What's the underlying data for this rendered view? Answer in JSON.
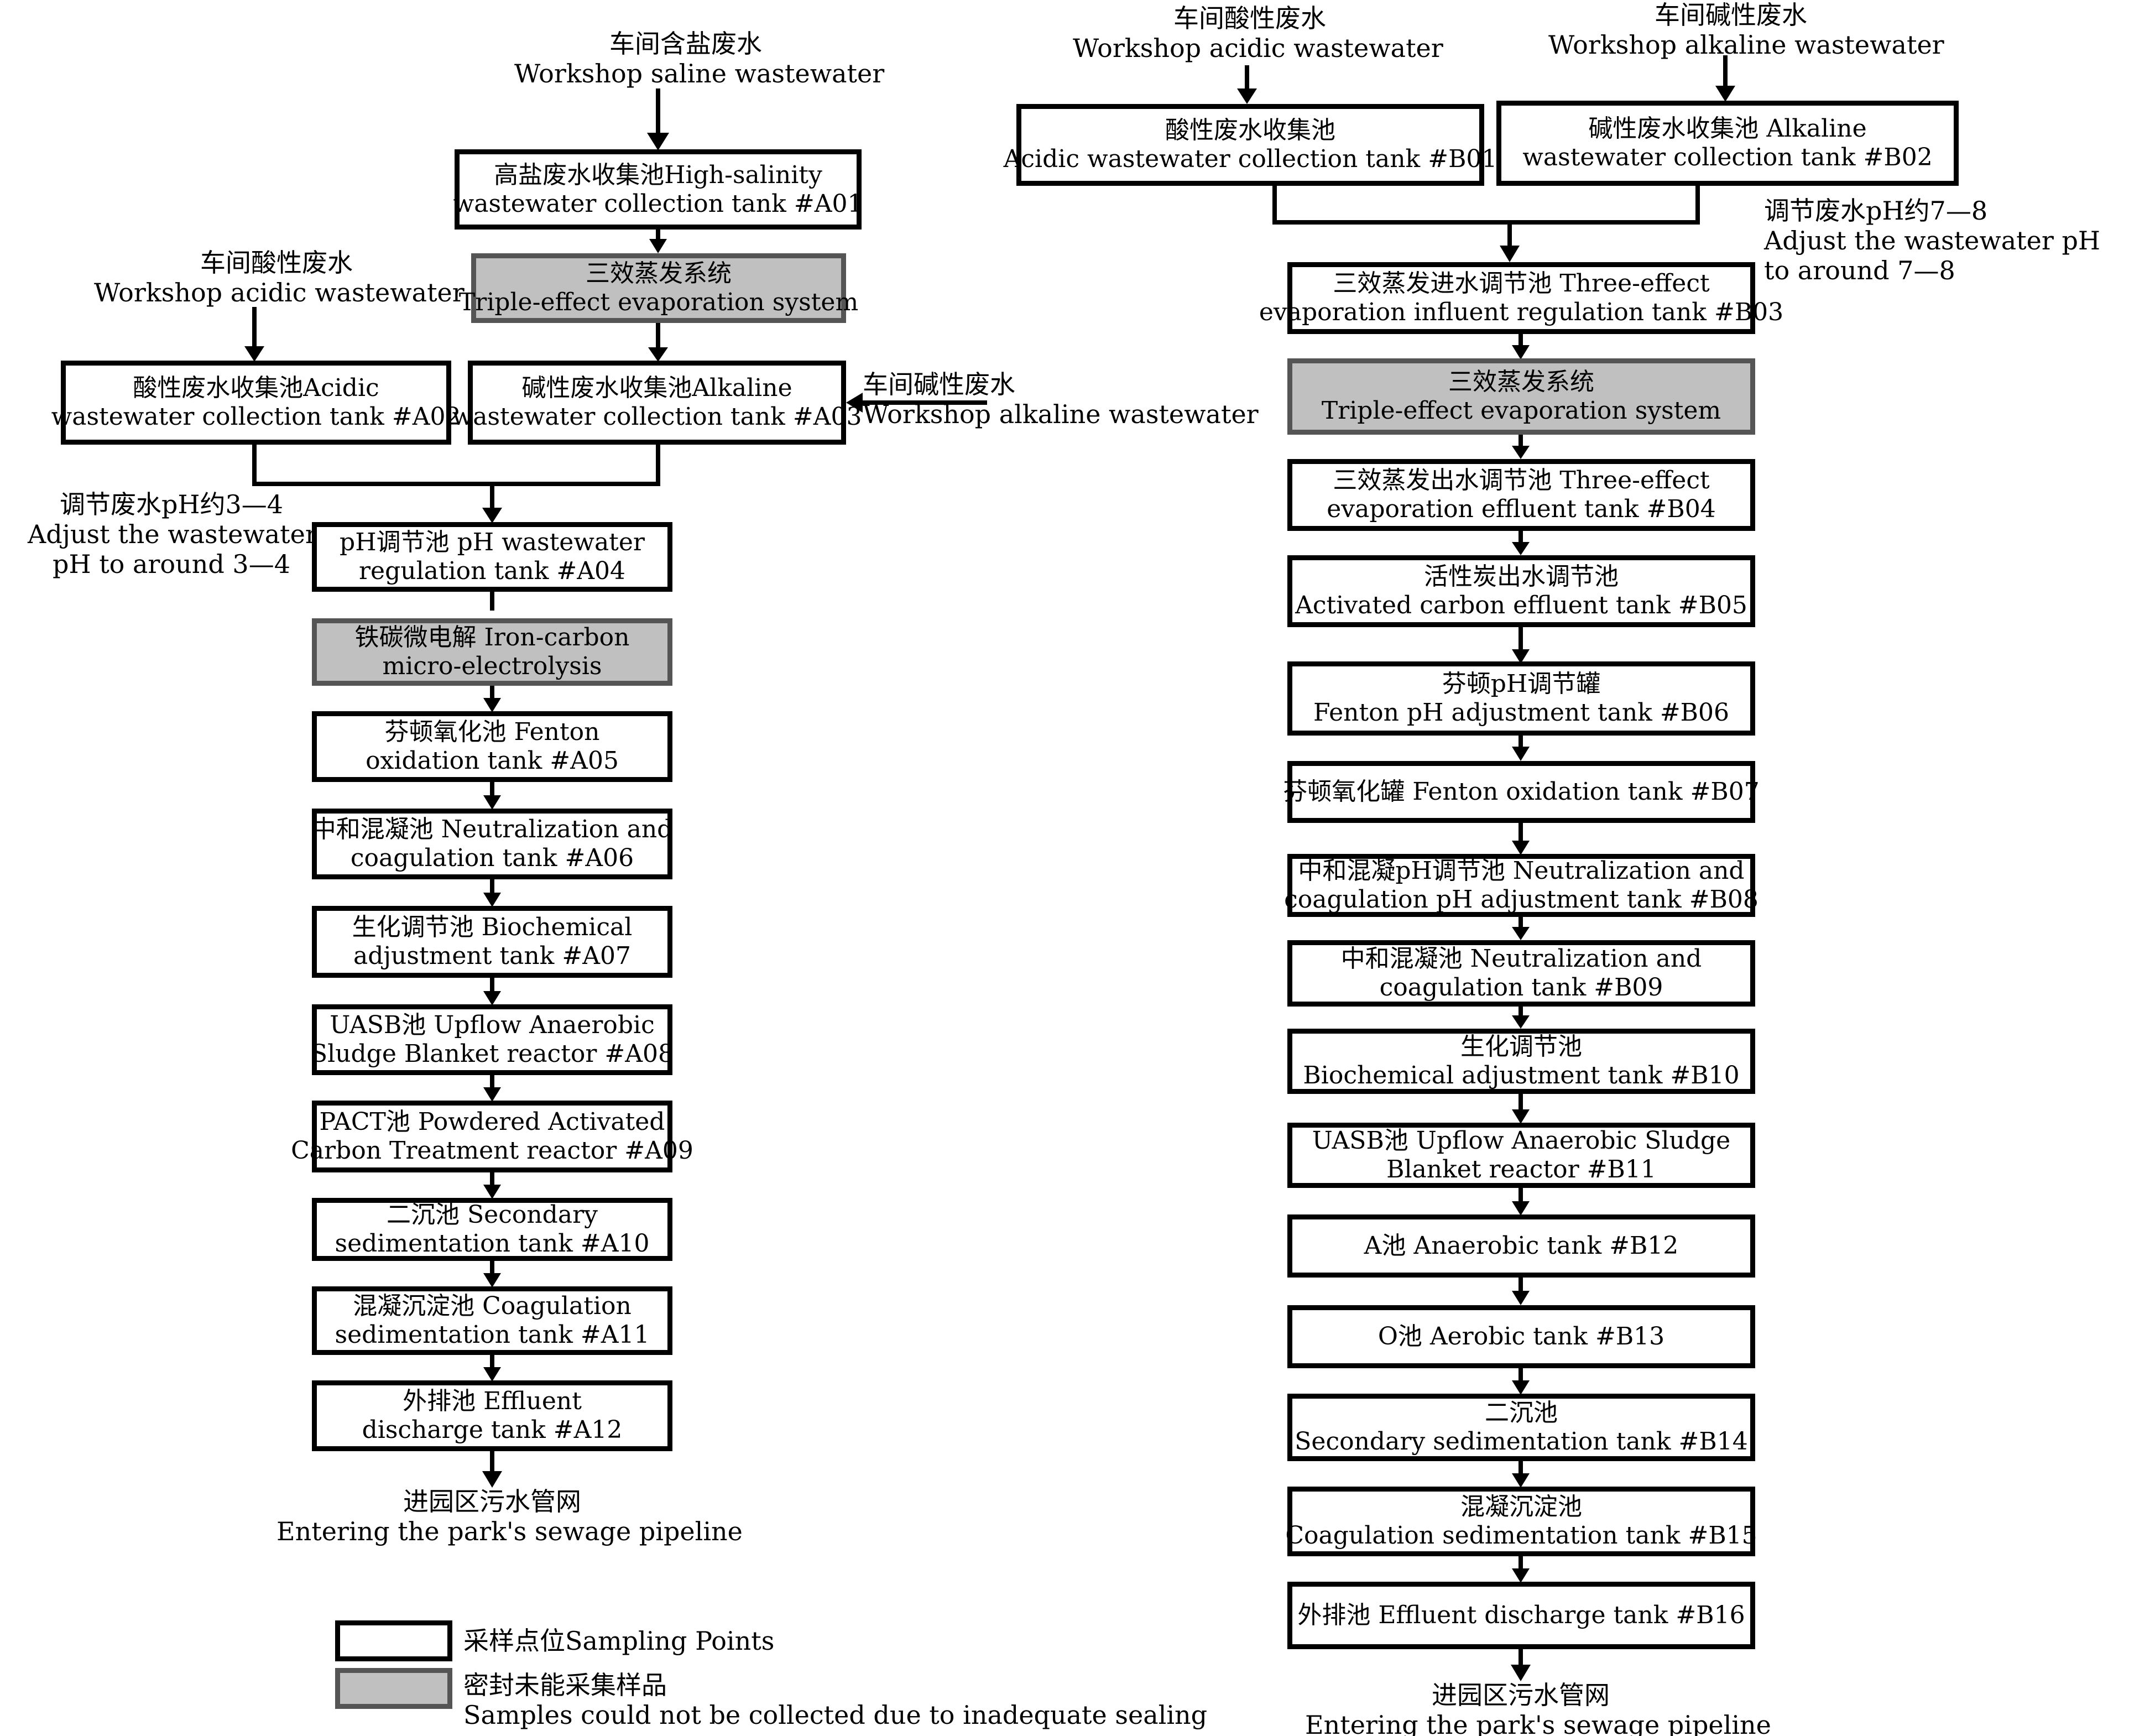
{
  "colors": {
    "sampled": "#ffffff",
    "sealed": "#c0c0c0",
    "line": "#000000"
  },
  "left": {
    "source_saline": {
      "zh": "车间含盐废水",
      "en": "Workshop saline wastewater"
    },
    "source_acidic": {
      "zh": "车间酸性废水",
      "en": "Workshop acidic wastewater"
    },
    "source_alkaline": {
      "zh": "车间碱性废水",
      "en": "Workshop alkaline wastewater"
    },
    "a01": {
      "l1": "高盐废水收集池High-salinity",
      "l2": "wastewater collection tank #A01"
    },
    "evap": {
      "l1": "三效蒸发系统",
      "l2": "Triple-effect evaporation system"
    },
    "a02": {
      "l1": "酸性废水收集池Acidic",
      "l2": "wastewater collection tank  #A02"
    },
    "a03": {
      "l1": "碱性废水收集池Alkaline",
      "l2": "wastewater collection tank #A03"
    },
    "ph_note": {
      "l1": "调节废水pH约3—4",
      "l2": "Adjust the wastewater",
      "l3": "pH to around 3—4"
    },
    "a04": {
      "l1": "pH调节池 pH wastewater",
      "l2": "regulation tank  #A04"
    },
    "ironcarbon": {
      "l1": "铁碳微电解 Iron-carbon",
      "l2": "micro-electrolysis"
    },
    "a05": {
      "l1": "芬顿氧化池 Fenton",
      "l2": "oxidation tank  #A05"
    },
    "a06": {
      "l1": "中和混凝池 Neutralization and",
      "l2": "coagulation tank  #A06"
    },
    "a07": {
      "l1": "生化调节池 Biochemical",
      "l2": "adjustment tank  #A07"
    },
    "a08": {
      "l1": "UASB池 Upflow Anaerobic",
      "l2": "Sludge Blanket reactor #A08"
    },
    "a09": {
      "l1": "PACT池 Powdered Activated",
      "l2": "Carbon Treatment reactor #A09"
    },
    "a10": {
      "l1": "二沉池 Secondary",
      "l2": "sedimentation tank  #A10"
    },
    "a11": {
      "l1": "混凝沉淀池 Coagulation",
      "l2": "sedimentation tank #A11"
    },
    "a12": {
      "l1": "外排池 Effluent",
      "l2": "discharge tank #A12"
    },
    "exit": {
      "zh": "进园区污水管网",
      "en": "Entering the park's sewage pipeline"
    }
  },
  "right": {
    "source_acidic": {
      "zh": "车间酸性废水",
      "en": "Workshop acidic wastewater"
    },
    "source_alkaline": {
      "zh": "车间碱性废水",
      "en": "Workshop alkaline wastewater"
    },
    "b01": {
      "l1": "酸性废水收集池",
      "l2": "Acidic wastewater collection tank #B01"
    },
    "b02": {
      "l1": "碱性废水收集池 Alkaline",
      "l2": "wastewater collection tank #B02"
    },
    "ph_note": {
      "l1": "调节废水pH约7—8",
      "l2": "Adjust the wastewater pH",
      "l3": "to around 7—8"
    },
    "b03": {
      "l1": "三效蒸发进水调节池 Three-effect",
      "l2": "evaporation influent regulation tank #B03"
    },
    "evap": {
      "l1": "三效蒸发系统",
      "l2": "Triple-effect evaporation system"
    },
    "b04": {
      "l1": "三效蒸发出水调节池 Three-effect",
      "l2": "evaporation effluent tank #B04"
    },
    "b05": {
      "l1": "活性炭出水调节池",
      "l2": "Activated carbon effluent tank #B05"
    },
    "b06": {
      "l1": "芬顿pH调节罐",
      "l2": "Fenton pH adjustment tank #B06"
    },
    "b07": {
      "l1": "芬顿氧化罐 Fenton oxidation tank #B07",
      "l2": ""
    },
    "b08": {
      "l1": "中和混凝pH调节池 Neutralization and",
      "l2": "coagulation pH adjustment tank #B08"
    },
    "b09": {
      "l1": "中和混凝池 Neutralization and",
      "l2": "coagulation tank #B09"
    },
    "b10": {
      "l1": "生化调节池",
      "l2": "Biochemical adjustment tank #B10"
    },
    "b11": {
      "l1": "UASB池 Upflow Anaerobic Sludge",
      "l2": "Blanket reactor #B11"
    },
    "b12": {
      "l1": "A池 Anaerobic tank #B12",
      "l2": ""
    },
    "b13": {
      "l1": "O池 Aerobic tank #B13",
      "l2": ""
    },
    "b14": {
      "l1": "二沉池",
      "l2": "Secondary sedimentation tank #B14"
    },
    "b15": {
      "l1": "混凝沉淀池",
      "l2": "Coagulation sedimentation tank #B15"
    },
    "b16": {
      "l1": "外排池 Effluent discharge tank #B16",
      "l2": ""
    },
    "exit": {
      "zh": "进园区污水管网",
      "en": "Entering the park's sewage pipeline"
    }
  },
  "legend": {
    "sampled": "采样点位Sampling Points",
    "sealed_zh": "密封未能采集样品",
    "sealed_en": "Samples could not be collected due to inadequate sealing"
  }
}
